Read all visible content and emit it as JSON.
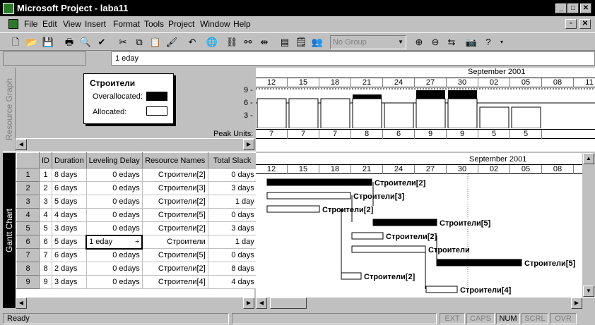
{
  "window": {
    "title": "Microsoft Project - laba11"
  },
  "menu": {
    "items": [
      "File",
      "Edit",
      "View",
      "Insert",
      "Format",
      "Tools",
      "Project",
      "Window",
      "Help"
    ]
  },
  "toolbar": {
    "group_combo": "No Group"
  },
  "entry_bar": {
    "value": "1 eday"
  },
  "resource_graph": {
    "side_label": "Resource Graph",
    "legend_title": "Строители",
    "overallocated_label": "Overallocated:",
    "allocated_label": "Allocated:",
    "month": "September 2001",
    "dates": [
      "12",
      "15",
      "18",
      "21",
      "24",
      "27",
      "30",
      "02",
      "05",
      "08",
      "11"
    ],
    "y_ticks": [
      "9 -",
      "6 -",
      "3 -"
    ],
    "peak_label": "Peak Units:",
    "peak_units": [
      "7",
      "7",
      "7",
      "8",
      "6",
      "9",
      "9",
      "5",
      "5"
    ]
  },
  "gantt": {
    "side_label": "Gantt Chart",
    "month": "September 2001",
    "dates": [
      "12",
      "15",
      "18",
      "21",
      "24",
      "27",
      "30",
      "02",
      "05",
      "08"
    ],
    "columns": [
      "ID",
      "Duration",
      "Leveling Delay",
      "Resource Names",
      "Total Slack"
    ],
    "rows": [
      {
        "row": "1",
        "id": "1",
        "duration": "8 days",
        "delay": "0 edays",
        "resource": "Строители[2]",
        "slack": "0 days"
      },
      {
        "row": "2",
        "id": "2",
        "duration": "6 days",
        "delay": "0 edays",
        "resource": "Строители[3]",
        "slack": "3 days"
      },
      {
        "row": "3",
        "id": "3",
        "duration": "5 days",
        "delay": "0 edays",
        "resource": "Строители[2]",
        "slack": "1 day"
      },
      {
        "row": "4",
        "id": "4",
        "duration": "4 days",
        "delay": "0 edays",
        "resource": "Строители[5]",
        "slack": "0 days"
      },
      {
        "row": "5",
        "id": "5",
        "duration": "3 days",
        "delay": "0 edays",
        "resource": "Строители[2]",
        "slack": "3 days"
      },
      {
        "row": "6",
        "id": "6",
        "duration": "5 days",
        "delay": "1 eday",
        "resource": "Строители",
        "slack": "1 day"
      },
      {
        "row": "7",
        "id": "7",
        "duration": "6 days",
        "delay": "0 edays",
        "resource": "Строители[5]",
        "slack": "0 days"
      },
      {
        "row": "8",
        "id": "8",
        "duration": "2 days",
        "delay": "0 edays",
        "resource": "Строители[2]",
        "slack": "8 days"
      },
      {
        "row": "9",
        "id": "9",
        "duration": "3 days",
        "delay": "0 edays",
        "resource": "Строители[4]",
        "slack": "4 days"
      }
    ],
    "bar_labels": [
      "Строители[2]",
      "Строители[3]",
      "Строители[2]",
      "Строители[5]",
      "Строители[2]",
      "Строители",
      "Строители[5]",
      "Строители[2]",
      "Строители[4]"
    ]
  },
  "status": {
    "ready": "Ready",
    "indicators": [
      "EXT",
      "CAPS",
      "NUM",
      "SCRL",
      "OVR"
    ]
  }
}
